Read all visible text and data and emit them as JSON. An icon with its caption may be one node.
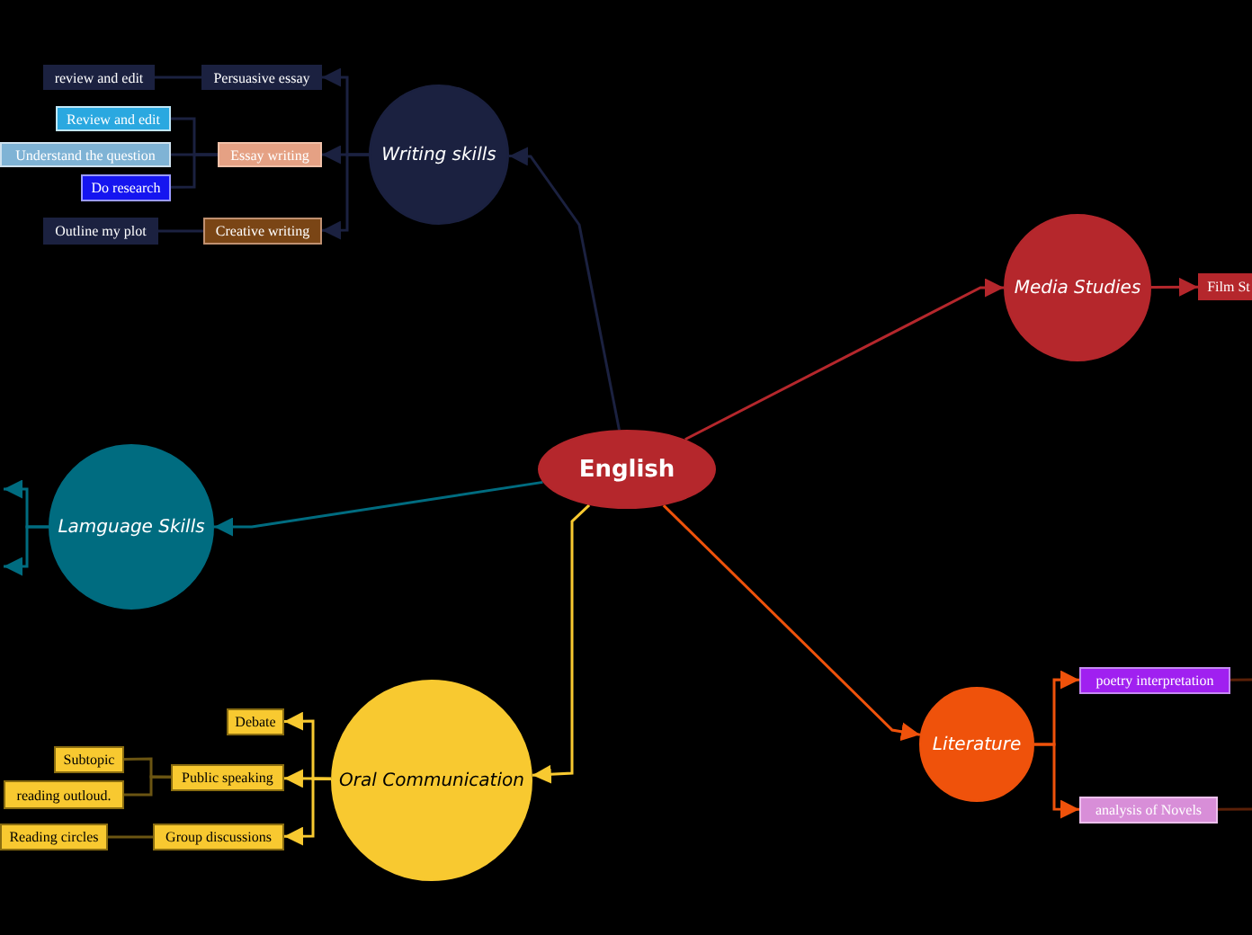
{
  "diagram": {
    "nodes": [
      {
        "text": [
          "English"
        ]
      },
      {
        "text": [
          "Writing skills"
        ]
      },
      {
        "text": [
          "Persuasive essay"
        ]
      },
      {
        "text": [
          "review and edit"
        ]
      },
      {
        "text": [
          "Essay writing"
        ]
      },
      {
        "text": [
          "Review and edit"
        ]
      },
      {
        "text": [
          "Understand the question"
        ]
      },
      {
        "text": [
          "Do research"
        ]
      },
      {
        "text": [
          "Creative writing"
        ]
      },
      {
        "text": [
          "Outline my plot"
        ]
      },
      {
        "text": [
          "Media Studies"
        ]
      },
      {
        "text": [
          "Film St"
        ]
      },
      {
        "text": [
          "Lamguage Skills"
        ]
      },
      {
        "text": [
          "Oral Communication"
        ]
      },
      {
        "text": [
          "Debate"
        ]
      },
      {
        "text": [
          "Public speaking"
        ]
      },
      {
        "text": [
          "Subtopic"
        ]
      },
      {
        "text": [
          "reading outloud."
        ]
      },
      {
        "text": [
          "Group discussions"
        ]
      },
      {
        "text": [
          "Reading circles"
        ]
      },
      {
        "text": [
          "Literature"
        ]
      },
      {
        "text": [
          "poetry interpretation"
        ]
      },
      {
        "text": [
          "analysis of Novels"
        ]
      }
    ],
    "edges": [
      {
        "from": 0,
        "to": 1,
        "arrow": "to",
        "color": "#1b2140"
      },
      {
        "from": 1,
        "to": 2,
        "arrow": "to",
        "color": "#1b2140"
      },
      {
        "from": 2,
        "to": 3,
        "arrow": "none",
        "color": "#1b2140"
      },
      {
        "from": 1,
        "to": 4,
        "arrow": "to",
        "color": "#1b2140"
      },
      {
        "from": 4,
        "to": 5,
        "arrow": "none",
        "color": "#1b2140"
      },
      {
        "from": 4,
        "to": 6,
        "arrow": "none",
        "color": "#1b2140"
      },
      {
        "from": 4,
        "to": 7,
        "arrow": "none",
        "color": "#1b2140"
      },
      {
        "from": 1,
        "to": 8,
        "arrow": "to",
        "color": "#1b2140"
      },
      {
        "from": 8,
        "to": 9,
        "arrow": "none",
        "color": "#1b2140"
      },
      {
        "from": 0,
        "to": 10,
        "arrow": "to",
        "color": "#b5272c"
      },
      {
        "from": 10,
        "to": 11,
        "arrow": "to",
        "color": "#b5272c"
      },
      {
        "from": 0,
        "to": 12,
        "arrow": "to",
        "color": "#006c80"
      },
      {
        "from": 12,
        "to": null,
        "arrow": "to",
        "color": "#006c80"
      },
      {
        "from": 12,
        "to": null,
        "arrow": "to",
        "color": "#006c80"
      },
      {
        "from": 0,
        "to": 13,
        "arrow": "to",
        "color": "#f8c930"
      },
      {
        "from": 13,
        "to": 14,
        "arrow": "to",
        "color": "#f8c930"
      },
      {
        "from": 13,
        "to": 15,
        "arrow": "to",
        "color": "#f8c930"
      },
      {
        "from": 15,
        "to": 16,
        "arrow": "none",
        "color": "#6b5512"
      },
      {
        "from": 15,
        "to": 17,
        "arrow": "none",
        "color": "#6b5512"
      },
      {
        "from": 13,
        "to": 18,
        "arrow": "to",
        "color": "#f8c930"
      },
      {
        "from": 18,
        "to": 19,
        "arrow": "none",
        "color": "#6b5512"
      },
      {
        "from": 0,
        "to": 20,
        "arrow": "to",
        "color": "#ef520b"
      },
      {
        "from": 20,
        "to": 21,
        "arrow": "to",
        "color": "#ef520b"
      },
      {
        "from": 20,
        "to": 22,
        "arrow": "to",
        "color": "#ef520b"
      },
      {
        "from": 21,
        "to": null,
        "arrow": "none",
        "color": "#5a2008"
      },
      {
        "from": 22,
        "to": null,
        "arrow": "none",
        "color": "#5a2008"
      }
    ]
  }
}
